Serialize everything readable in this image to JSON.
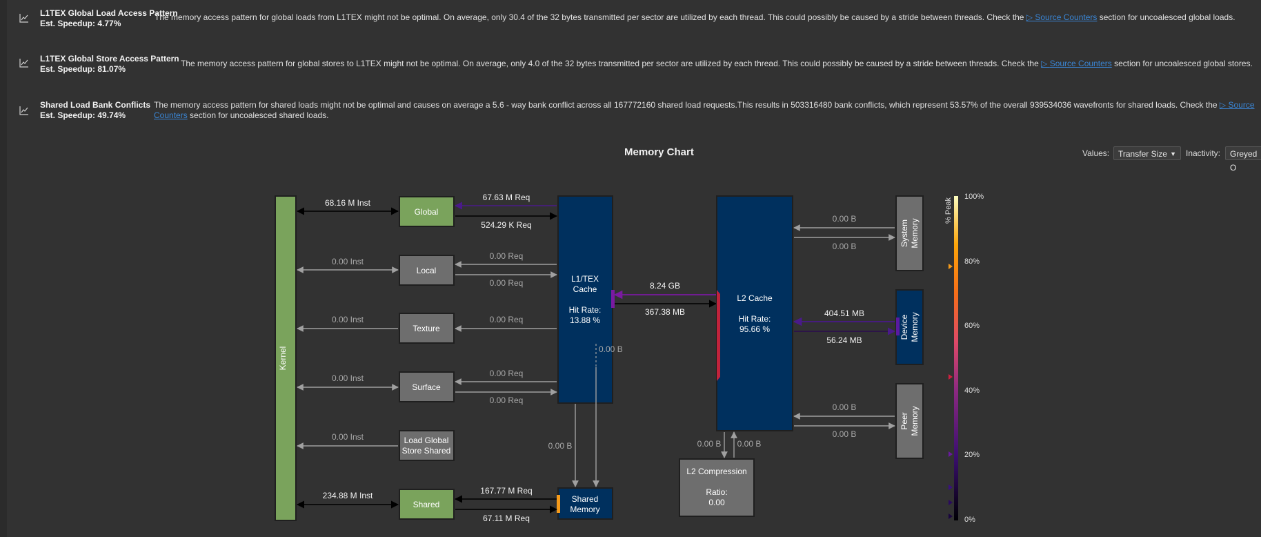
{
  "rules": [
    {
      "title": "L1TEX Global Load Access Pattern",
      "speedup": "Est. Speedup: 4.77%",
      "text": "The memory access pattern for global loads from L1TEX might not be optimal. On average, only 30.4 of the 32 bytes transmitted per sector are utilized by each thread. This could possibly be caused by a stride between threads. Check the",
      "link": "Source Counters",
      "tail": "section for uncoalesced global loads."
    },
    {
      "title": "L1TEX Global Store Access Pattern",
      "speedup": "Est. Speedup: 81.07%",
      "text": "The memory access pattern for global stores to L1TEX might not be optimal. On average, only 4.0 of the 32 bytes transmitted per sector are utilized by each thread. This could possibly be caused by a stride between threads. Check the",
      "link": "Source Counters",
      "tail": "section for uncoalesced global stores."
    },
    {
      "title": "Shared Load Bank Conflicts",
      "speedup": "Est. Speedup: 49.74%",
      "text": "The memory access pattern for shared loads might not be optimal and causes on average a 5.6 - way bank conflict across all 167772160 shared load requests.This results in 503316480 bank conflicts, which represent 53.57% of the overall 939534036 wavefronts for shared loads. Check the",
      "link": "Source",
      "link2": "Counters",
      "tail": "section for uncoalesced shared loads."
    }
  ],
  "memory_chart": {
    "title": "Memory Chart",
    "values_label": "Values:",
    "values_selected": "Transfer Size",
    "inactivity_label": "Inactivity:",
    "inactivity_selected": "Greyed O",
    "kernel": "Kernel",
    "units": {
      "global": "Global",
      "local": "Local",
      "texture": "Texture",
      "surface": "Surface",
      "lgss_1": "Load Global",
      "lgss_2": "Store Shared",
      "shared": "Shared"
    },
    "inst": {
      "global": "68.16 M Inst",
      "local": "0.00 Inst",
      "texture": "0.00 Inst",
      "surface": "0.00 Inst",
      "lgss": "0.00 Inst",
      "shared": "234.88 M Inst"
    },
    "req": {
      "global_up": "67.63 M Req",
      "global_down": "524.29 K Req",
      "local_up": "0.00 Req",
      "local_down": "0.00 Req",
      "texture": "0.00 Req",
      "surface_up": "0.00 Req",
      "surface_down": "0.00 Req",
      "shared_up": "167.77 M Req",
      "shared_down": "67.11 M Req"
    },
    "l1": {
      "line1": "L1/TEX",
      "line2": "Cache",
      "hit_label": "Hit Rate:",
      "hit": "13.88 %"
    },
    "l1_vertical": "0.00 B",
    "l1_to_shared": "0.00 B",
    "shared_memory": {
      "line1": "Shared",
      "line2": "Memory"
    },
    "l1_l2": {
      "up": "8.24 GB",
      "down": "367.38 MB"
    },
    "l2": {
      "title": "L2 Cache",
      "hit_label": "Hit Rate:",
      "hit": "95.66 %"
    },
    "l2_comp": {
      "title": "L2 Compression",
      "ratio_label": "Ratio:",
      "ratio": "0.00",
      "left": "0.00 B",
      "right": "0.00 B"
    },
    "system": {
      "line1": "System",
      "line2": "Memory",
      "up": "0.00 B",
      "down": "0.00 B"
    },
    "device": {
      "line1": "Device",
      "line2": "Memory",
      "up": "404.51 MB",
      "down": "56.24 MB"
    },
    "peer": {
      "line1": "Peer",
      "line2": "Memory",
      "up": "0.00 B",
      "down": "0.00 B"
    },
    "legend": {
      "axis_label": "% Peak",
      "ticks": [
        "100%",
        "80%",
        "60%",
        "40%",
        "20%",
        "0%"
      ]
    }
  }
}
